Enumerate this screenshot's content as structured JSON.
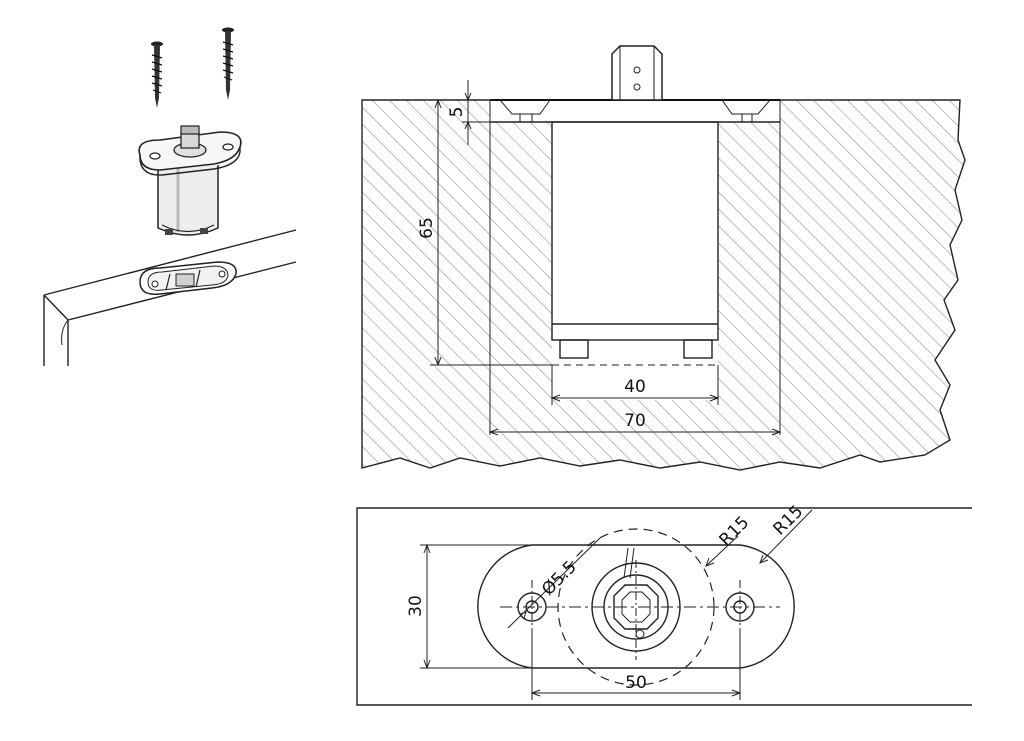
{
  "section_view": {
    "dim_depth_top": "5",
    "dim_depth": "65",
    "dim_inner_width": "40",
    "dim_outer_width": "70"
  },
  "plan_view": {
    "dim_height": "30",
    "dim_hole": "Ø5.5",
    "dim_radius_inner": "R15",
    "dim_radius_outer": "R15",
    "dim_hole_spacing": "50"
  }
}
